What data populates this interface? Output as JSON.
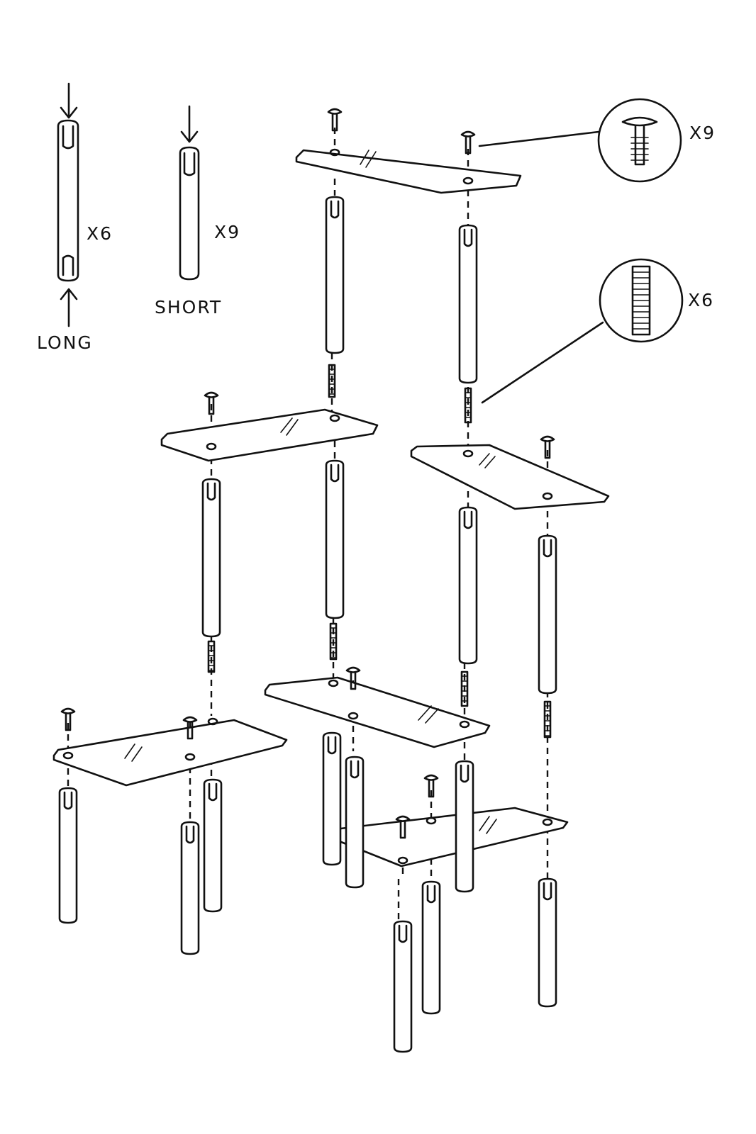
{
  "labels": {
    "long_count": "X6",
    "long_name": "LONG",
    "short_count": "X9",
    "short_name": "SHORT",
    "screw_count": "X9",
    "dowel_count": "X6"
  },
  "parts": [
    {
      "name": "long-rod",
      "count": 6
    },
    {
      "name": "short-rod",
      "count": 9
    },
    {
      "name": "screw",
      "count": 9
    },
    {
      "name": "threaded-dowel",
      "count": 6
    }
  ],
  "colors": {
    "ink": "#111111",
    "background": "#ffffff"
  }
}
